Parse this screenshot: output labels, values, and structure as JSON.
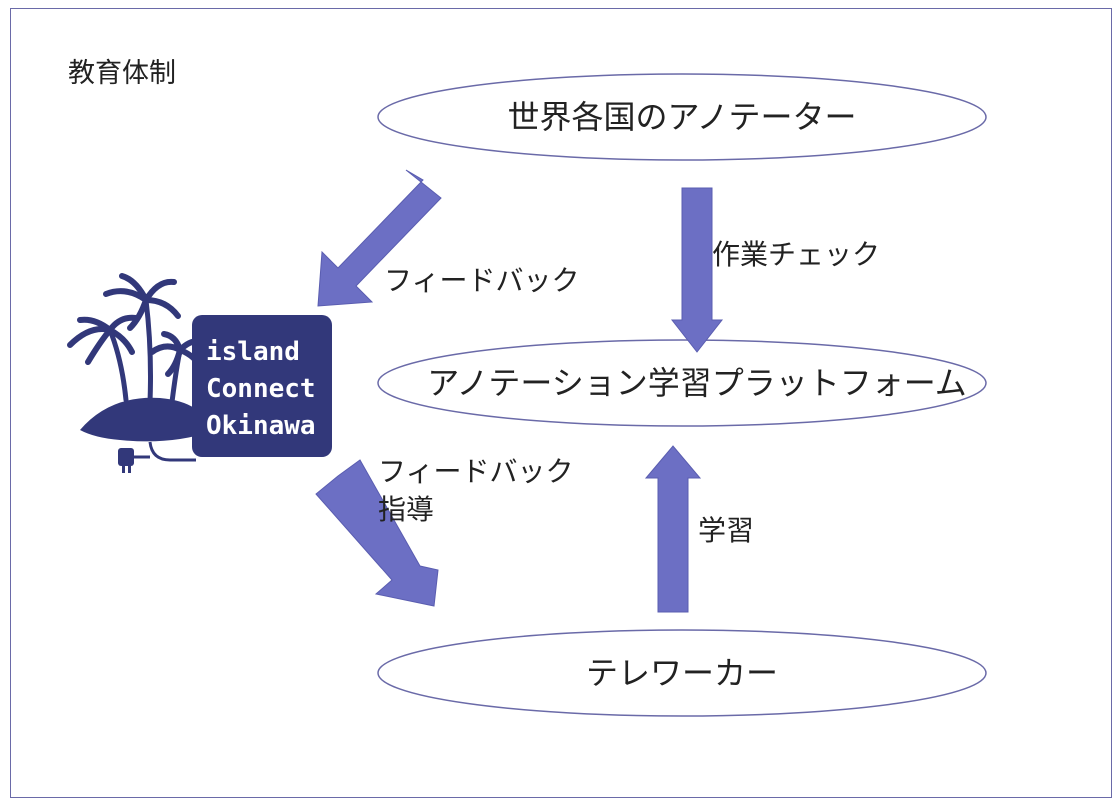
{
  "title": "教育体制",
  "nodes": {
    "annotators": "世界各国のアノテーター",
    "platform": "アノテーション学習プラットフォーム",
    "teleworkers": "テレワーカー"
  },
  "edges": {
    "feedback_to_org": "フィードバック",
    "work_check": "作業チェック",
    "feedback_guidance_line1": "フィードバック",
    "feedback_guidance_line2": "指導",
    "learning": "学習"
  },
  "logo": {
    "line1": "island",
    "line2": "Connect",
    "line3": "Okinawa"
  },
  "colors": {
    "arrow": "#6c6fc4",
    "ellipse_stroke": "#6a6aa8",
    "logo_bg": "#32387a"
  }
}
